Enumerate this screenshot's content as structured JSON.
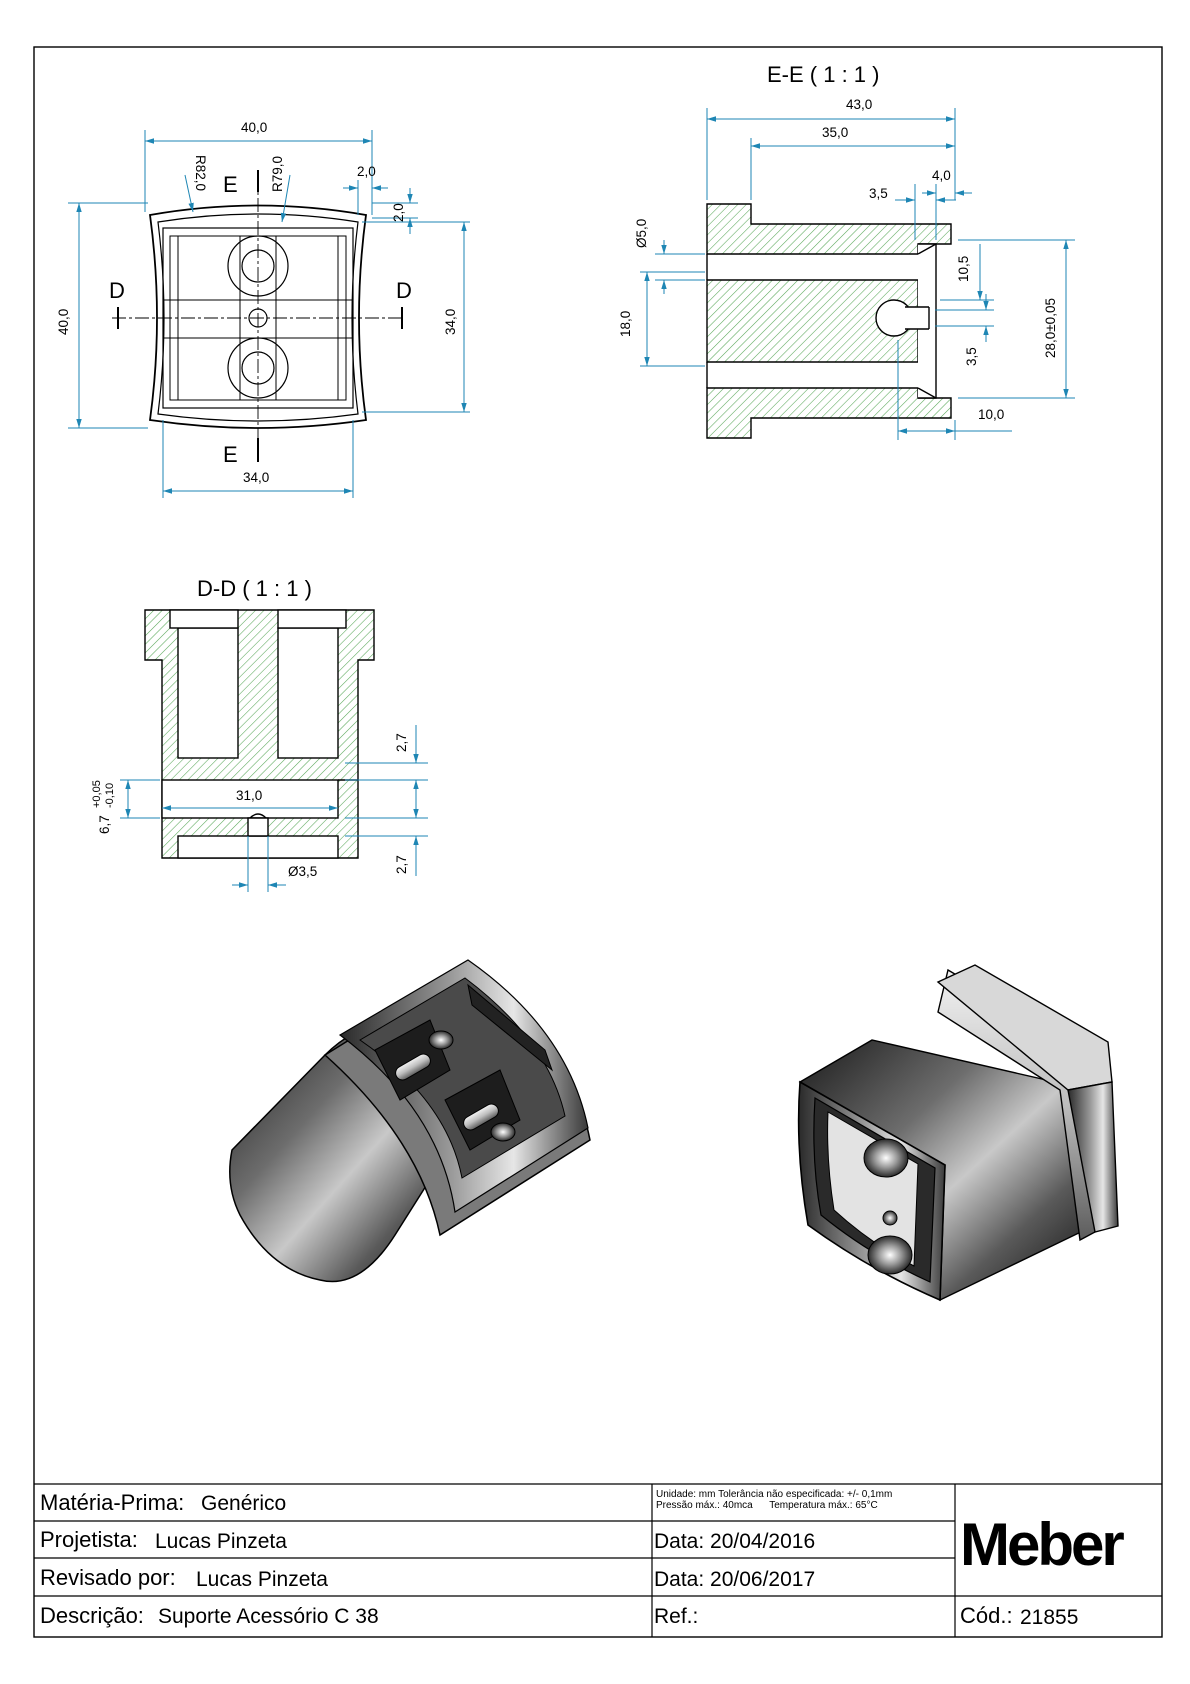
{
  "views": {
    "section_ee": {
      "title": "E-E ( 1 : 1 )",
      "dims": {
        "overall_len": "43,0",
        "body_len": "35,0",
        "flange": "4,0",
        "slot": "3,5",
        "slot_w": "3,5",
        "bore_dia": "Ø5,0",
        "bore_h": "18,0",
        "offset": "10,5",
        "height": "28,0±0,05",
        "depth": "10,0"
      }
    },
    "front": {
      "section_e": "E",
      "section_d": "D",
      "dims": {
        "width": "40,0",
        "height": "40,0",
        "inner_h": "34,0",
        "inner_w": "34,0",
        "r_outer": "R82,0",
        "r_inner": "R79,0",
        "step_x": "2,0",
        "step_y": "2,0"
      }
    },
    "section_dd": {
      "title": "D-D ( 1 : 1 )",
      "dims": {
        "wall_top": "2,7",
        "wall_bot": "2,7",
        "inner_w": "31,0",
        "hole_dia": "Ø3,5",
        "tol_main": "6,7",
        "tol_plus": "+0,05",
        "tol_minus": "-0,10"
      }
    }
  },
  "title_block": {
    "material_label": "Matéria-Prima:",
    "material_value": "Genérico",
    "designer_label": "Projetista:",
    "designer_value": "Lucas Pinzeta",
    "reviewer_label": "Revisado por:",
    "reviewer_value": "Lucas Pinzeta",
    "description_label": "Descrição:",
    "description_value": "Suporte Acessório C 38",
    "notes_line1": "Unidade: mm Tolerância não especificada: +/- 0,1mm",
    "notes_line2": "Pressão máx.: 40mca      Temperatura máx.: 65°C",
    "date1": "Data: 20/04/2016",
    "date2": "Data: 20/06/2017",
    "ref_label": "Ref.:",
    "logo": "Meber",
    "code_label": "Cód.:",
    "code_value": "21855"
  },
  "colors": {
    "dimension": "#1e86b4",
    "hatch": "#5aa85a",
    "outline": "#000000"
  }
}
